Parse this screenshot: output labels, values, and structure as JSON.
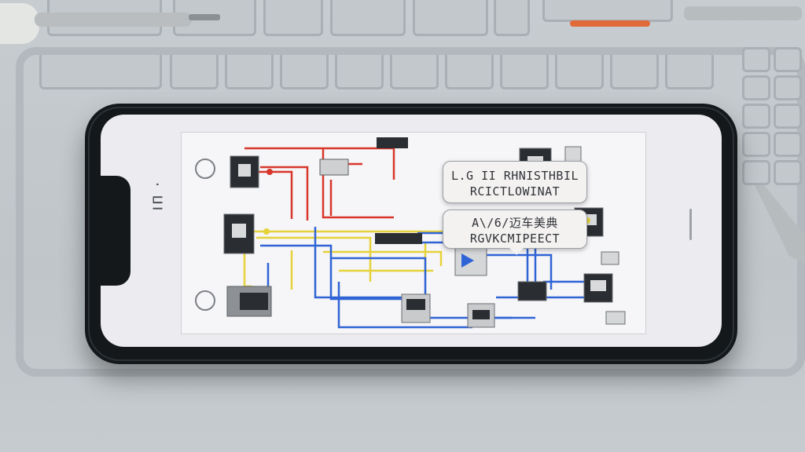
{
  "scene": {
    "description_colors": {
      "mat": "#c7ccd0",
      "phone_body": "#14181b",
      "screen": "#ecebef",
      "wire_red": "#d8362a",
      "wire_yellow": "#e6d23a",
      "wire_blue": "#2f64d6"
    }
  },
  "phone": {
    "status_text": "ıп ·"
  },
  "diagram": {
    "callout_top": {
      "line1": "L.G II RHNISTHBIL",
      "line2": "RCICTLOWINAT"
    },
    "callout_bottom": {
      "line1": "A\\/6/迈车美典",
      "line2": "RGVKCMIPEECT"
    }
  }
}
